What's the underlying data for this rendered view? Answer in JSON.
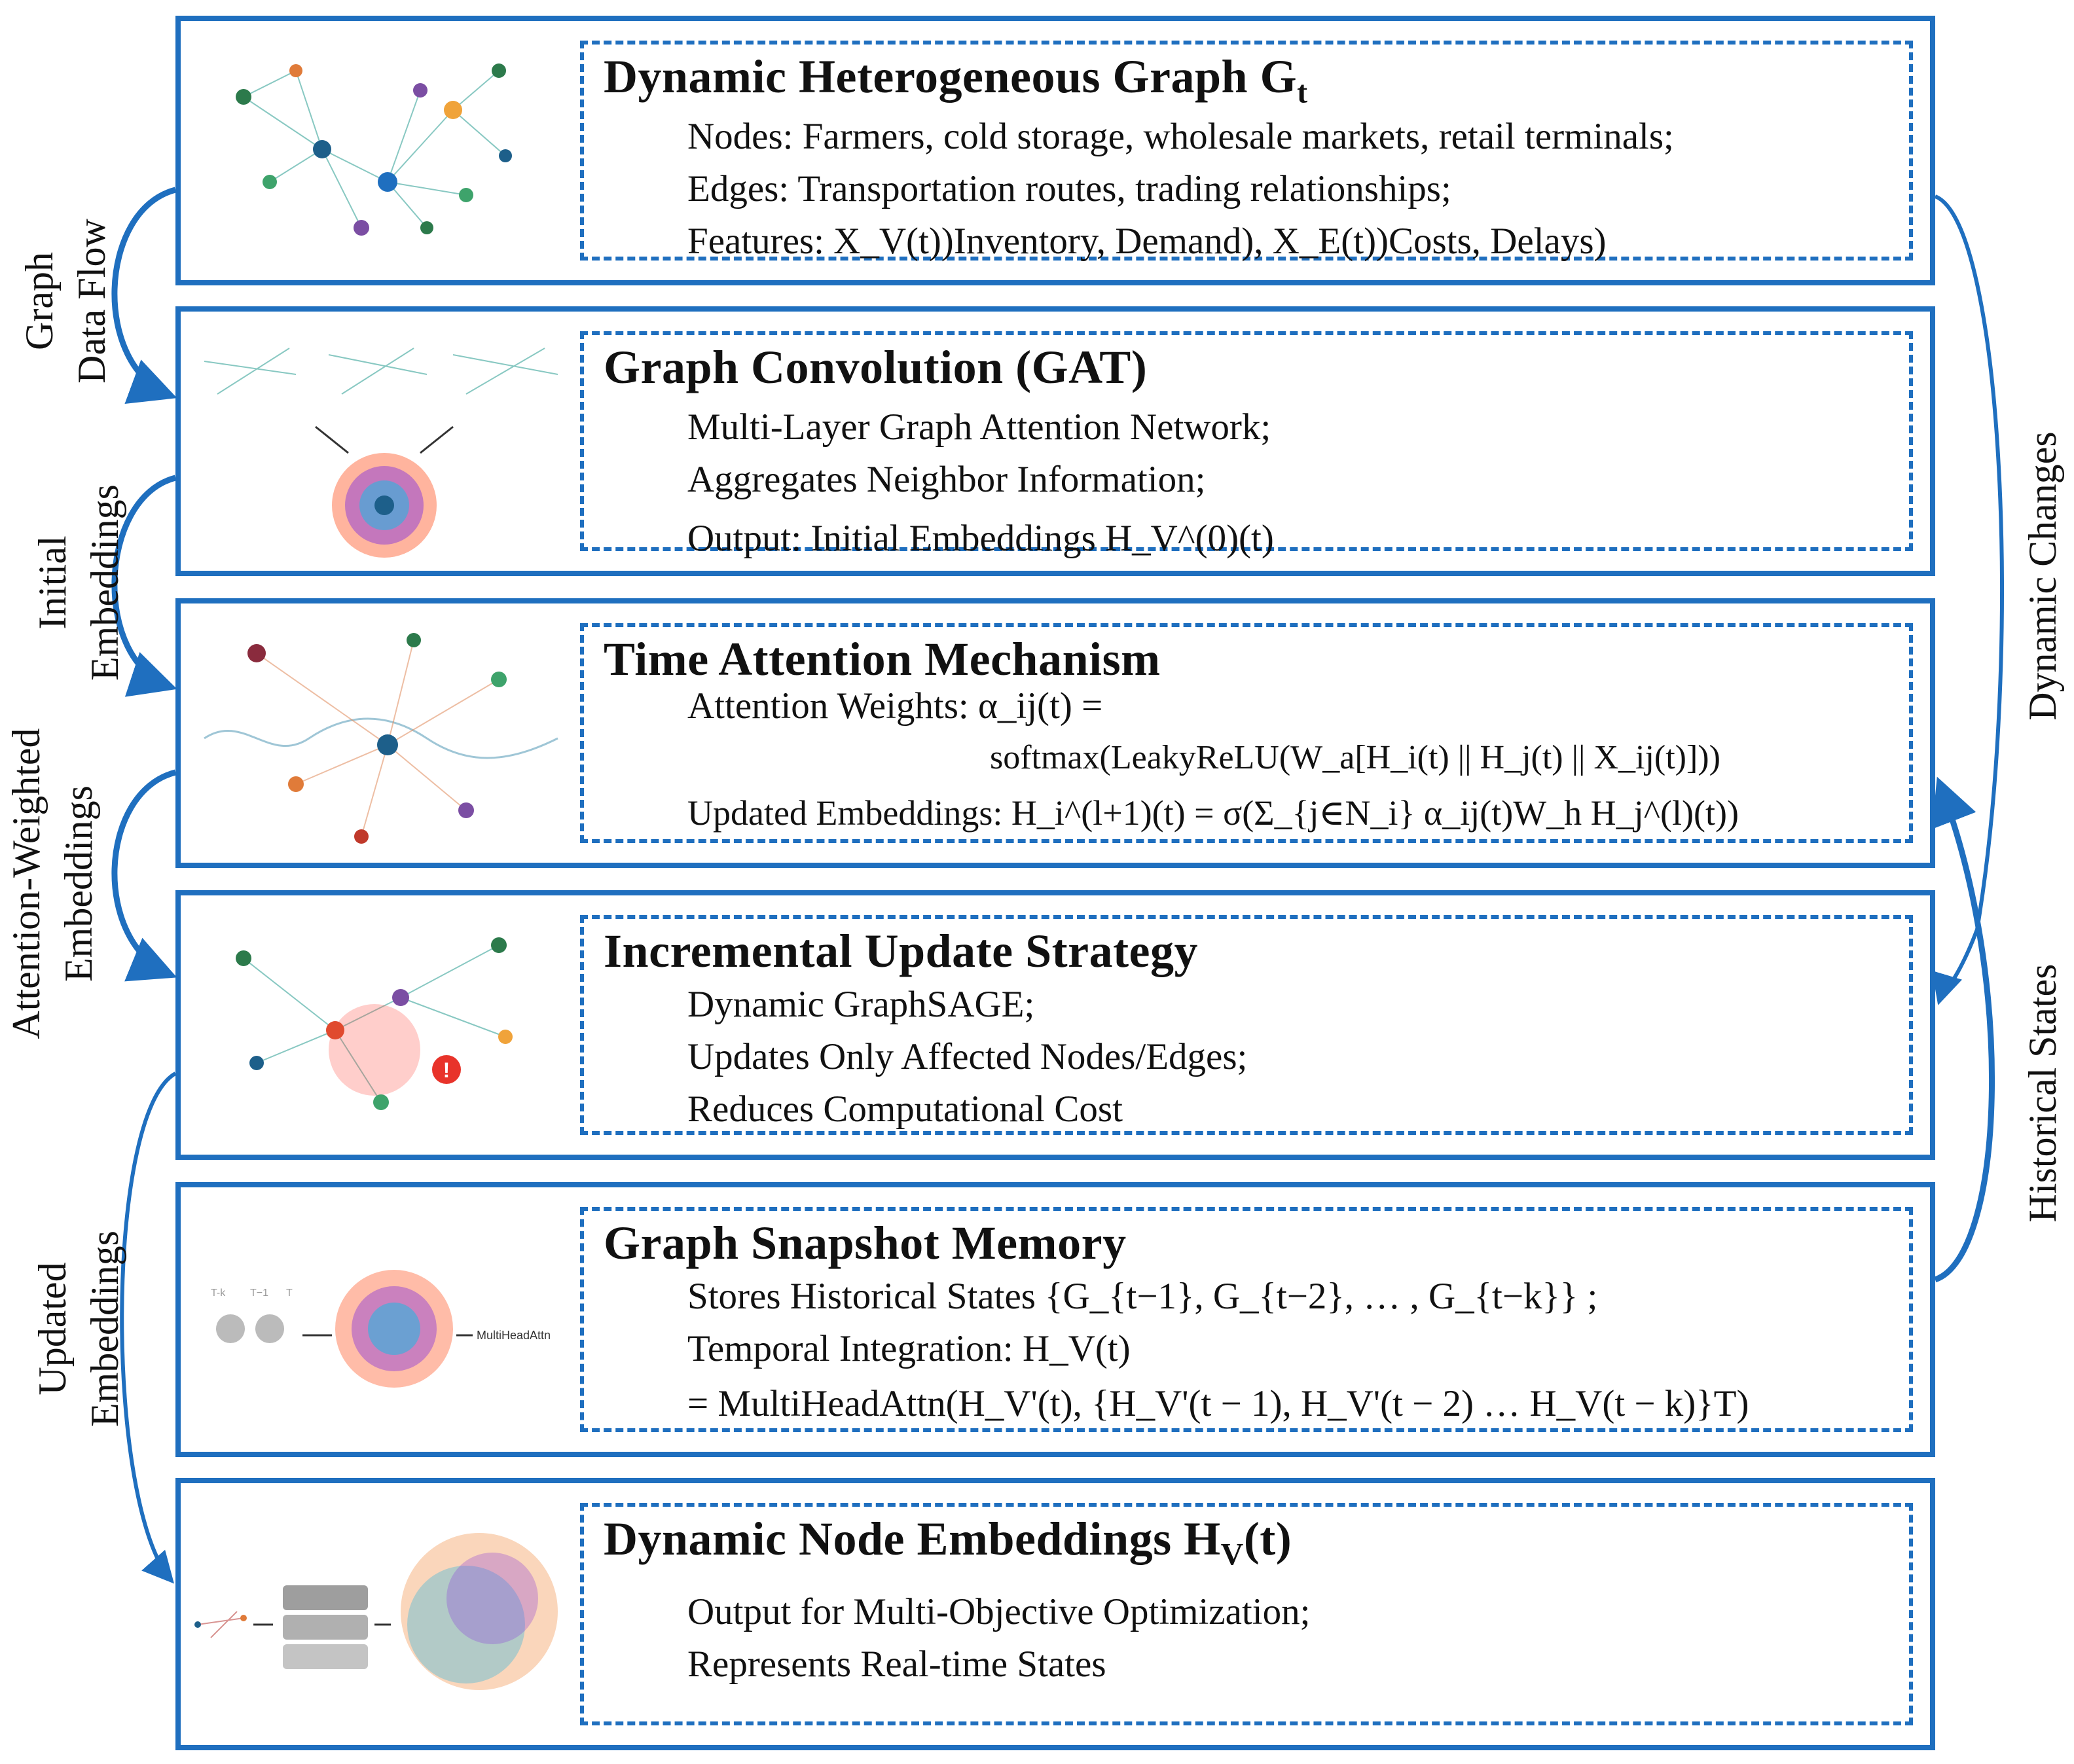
{
  "colors": {
    "accent": "#1f6fbf",
    "text": "#111111"
  },
  "side_labels": {
    "graph_data_flow": [
      "Graph",
      "Data Flow"
    ],
    "initial_embeddings": [
      "Initial",
      "Embeddings"
    ],
    "attention_weighted": [
      "Attention-Weighted",
      "Embeddings"
    ],
    "updated_embeddings": [
      "Updated",
      "Embeddings"
    ],
    "dynamic_changes": "Dynamic Changes",
    "historical_states": "Historical States"
  },
  "panels": [
    {
      "title": "Dynamic Heterogeneous Graph G",
      "title_sub": "t",
      "lines": [
        "Nodes: Farmers, cold storage, wholesale markets, retail terminals;",
        "Edges: Transportation routes, trading relationships;",
        "Features: X_V(t))Inventory, Demand), X_E(t))Costs, Delays)"
      ],
      "icon": "network-graph-icon"
    },
    {
      "title": "Graph Convolution (GAT)",
      "lines": [
        "Multi-Layer Graph Attention Network;",
        "Aggregates Neighbor Information;",
        "Output: Initial Embeddings H_V^(0)(t)"
      ],
      "icon": "swirl-aggregation-icon"
    },
    {
      "title": "Time Attention Mechanism",
      "lines": [
        "Attention Weights: α_ij(t) =",
        "softmax(LeakyReLU(W_a[H_i(t) || H_j(t) || X_ij(t)]))",
        "Updated Embeddings: H_i^(l+1)(t) = σ(Σ_{j∈N_i} α_ij(t)W_h H_j^(l)(t))"
      ],
      "icon": "temporal-graph-icon"
    },
    {
      "title": "Incremental Update Strategy",
      "lines": [
        "Dynamic GraphSAGE;",
        "Updates Only Affected Nodes/Edges;",
        "Reduces Computational Cost"
      ],
      "icon": "alert-graph-icon"
    },
    {
      "title": "Graph Snapshot Memory",
      "lines": [
        "Stores Historical States {G_{t−1}, G_{t−2}, … , G_{t−k}} ;",
        "Temporal Integration: H_V(t)",
        "= MultiHeadAttn(H_V'(t), {H_V'(t − 1), H_V'(t − 2) … H_V(t − k)}T)"
      ],
      "icon": "snapshot-memory-icon",
      "icon_texts": {
        "t_k": "T-k",
        "t_1": "T−1",
        "t": "T",
        "mha": "MultiHeadAttn"
      }
    },
    {
      "title": "Dynamic Node Embeddings H",
      "title_sub": "V",
      "title_tail": "(t)",
      "lines": [
        "Output for Multi-Objective Optimization;",
        "Represents Real-time States"
      ],
      "icon": "embedding-stack-icon"
    }
  ]
}
